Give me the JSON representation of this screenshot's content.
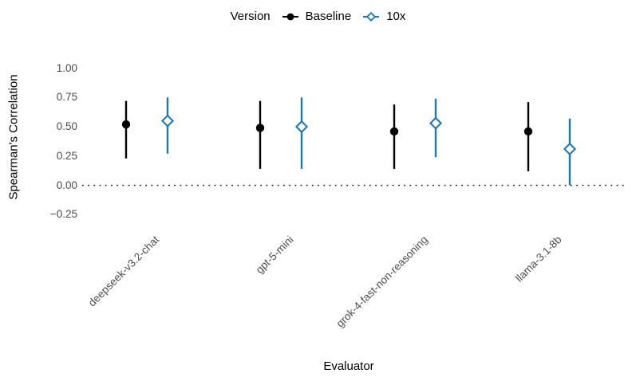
{
  "chart_data": {
    "type": "scatter",
    "mark": "pointrange",
    "title": "",
    "xlabel": "Evaluator",
    "ylabel": "Spearman's Correlation",
    "legend_title": "Version",
    "legend_position": "top",
    "grid": false,
    "categories": [
      "deepseek-v3.2-chat",
      "gpt-5-mini",
      "grok-4-fast-non-reasoning",
      "llama-3.1-8b"
    ],
    "yticks": [
      {
        "label": "1.00",
        "value": 1.0
      },
      {
        "label": "0.75",
        "value": 0.75
      },
      {
        "label": "0.50",
        "value": 0.5
      },
      {
        "label": "0.25",
        "value": 0.25
      },
      {
        "label": "0.00",
        "value": 0.0
      },
      {
        "label": "−0.25",
        "value": -0.25
      }
    ],
    "ylim": [
      -0.33,
      1.15
    ],
    "reference_line": {
      "y": 0.0,
      "style": "dotted",
      "color": "#1a1a1a"
    },
    "series": [
      {
        "name": "Baseline",
        "color": "#000000",
        "marker": "circle-filled",
        "points": [
          {
            "category": "deepseek-v3.2-chat",
            "y": 0.52,
            "ymin": 0.23,
            "ymax": 0.72
          },
          {
            "category": "gpt-5-mini",
            "y": 0.49,
            "ymin": 0.14,
            "ymax": 0.72
          },
          {
            "category": "grok-4-fast-non-reasoning",
            "y": 0.46,
            "ymin": 0.14,
            "ymax": 0.69
          },
          {
            "category": "llama-3.1-8b",
            "y": 0.46,
            "ymin": 0.12,
            "ymax": 0.71
          }
        ]
      },
      {
        "name": "10x",
        "color": "#1F78B4",
        "marker": "diamond-open",
        "points": [
          {
            "category": "deepseek-v3.2-chat",
            "y": 0.55,
            "ymin": 0.27,
            "ymax": 0.75
          },
          {
            "category": "gpt-5-mini",
            "y": 0.5,
            "ymin": 0.14,
            "ymax": 0.75
          },
          {
            "category": "grok-4-fast-non-reasoning",
            "y": 0.53,
            "ymin": 0.24,
            "ymax": 0.74
          },
          {
            "category": "llama-3.1-8b",
            "y": 0.31,
            "ymin": 0.0,
            "ymax": 0.57
          }
        ]
      }
    ]
  }
}
